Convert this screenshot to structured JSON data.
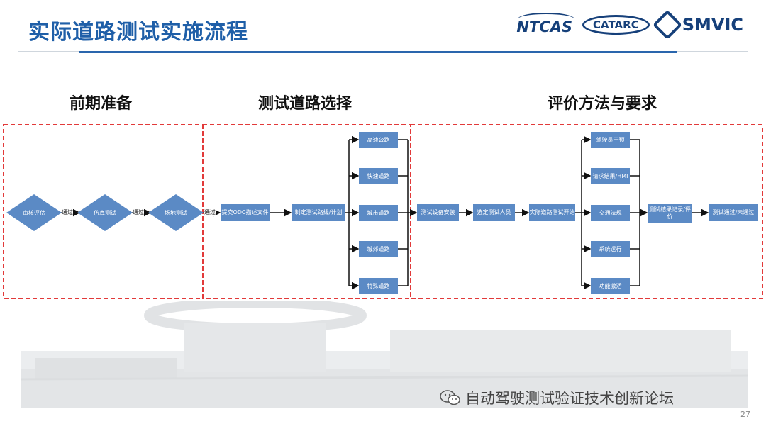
{
  "title": "实际道路测试实施流程",
  "logos": {
    "ntcas": "NTCAS",
    "catarc": "CATARC",
    "smvic": "SMVIC"
  },
  "sections": [
    "前期准备",
    "测试道路选择",
    "评价方法与要求"
  ],
  "prep": {
    "steps": [
      "审核评估",
      "仿真测试",
      "场地测试"
    ],
    "pass_label": "通过"
  },
  "road": {
    "submit": "提交ODC描述文件",
    "plan": "制定测试路线/计划",
    "types": [
      "高速公路",
      "快速道路",
      "城市道路",
      "城郊道路",
      "特殊道路"
    ]
  },
  "eval": {
    "install": "测试设备安装",
    "select": "选定测试人员",
    "start": "实际道路测试开始",
    "items": [
      "驾驶员干预",
      "请求结果/HMI",
      "交通法规",
      "系统运行",
      "功能激活"
    ],
    "record": "测试结果记录/评价",
    "result": "测试通过/未通过"
  },
  "watermark": "自动驾驶测试验证技术创新论坛",
  "page_number": "27",
  "colors": {
    "title": "#1f5fa8",
    "box": "#5b8ac5",
    "dash": "#e23a3a",
    "rule": "#2a66ad"
  }
}
